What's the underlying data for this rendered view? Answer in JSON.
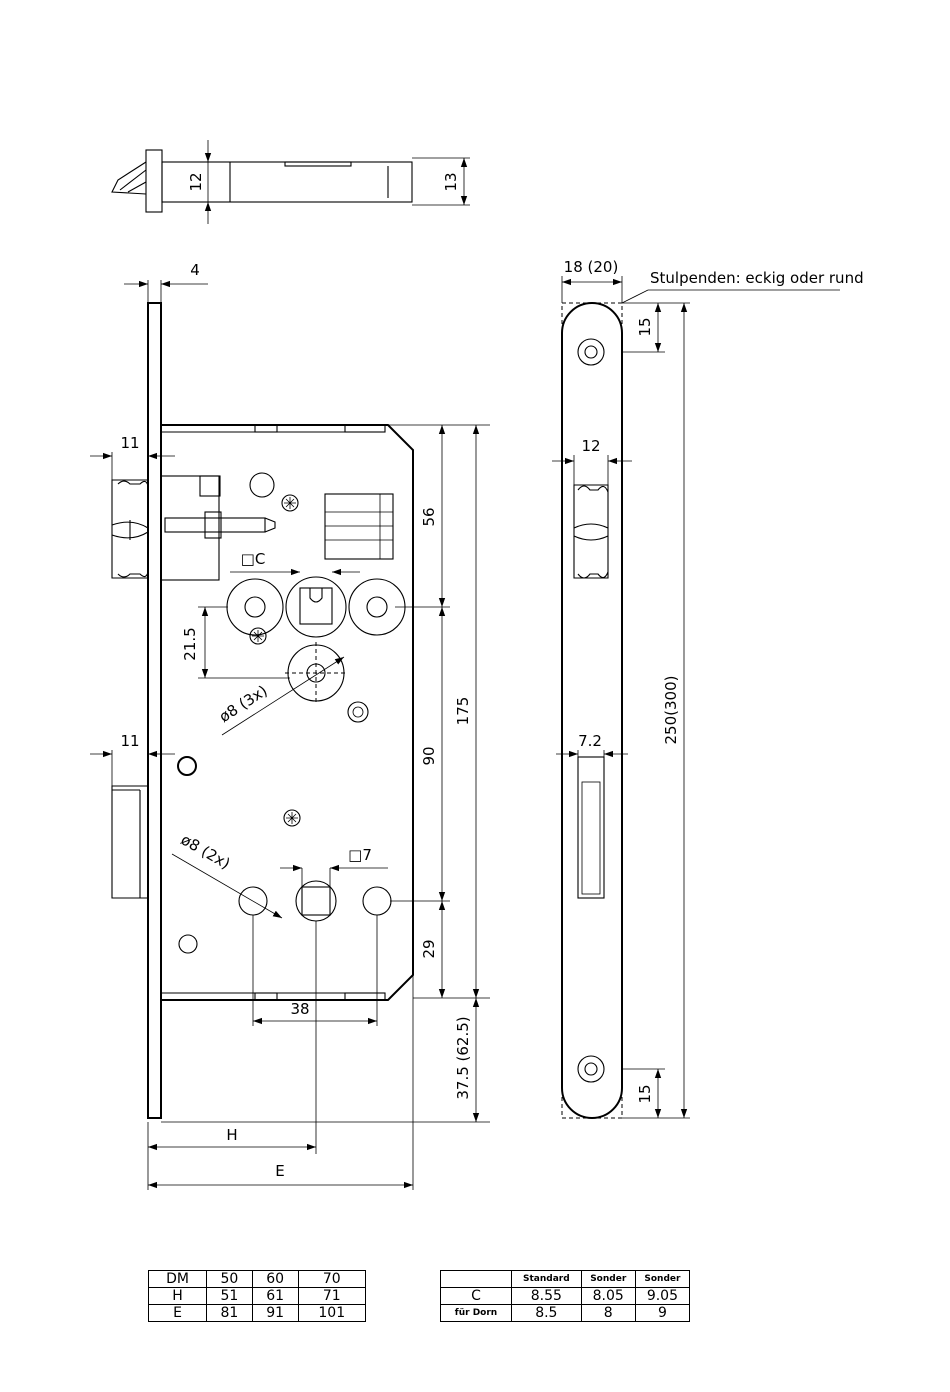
{
  "dimensions": {
    "top_height_left": "12",
    "top_height_right": "13",
    "faceplate_thickness": "4",
    "latch_projection": "11",
    "bolt_projection": "11",
    "dim_56": "56",
    "square_c": "□C",
    "dim_21_5": "21.5",
    "dia_8_3x": "ø8 (3x)",
    "dim_175": "175",
    "dim_90": "90",
    "dia_8_2x": "ø8 (2x)",
    "square_7": "□7",
    "dim_29": "29",
    "dim_38": "38",
    "dim_37_5": "37.5 (62.5)",
    "backset_h": "H",
    "overall_e": "E",
    "faceplate_width": "18 (20)",
    "faceplate_end_note": "Stulpenden: eckig oder rund",
    "screw_hole_top": "15",
    "latch_width": "12",
    "bolt_width": "7.2",
    "faceplate_length": "250(300)",
    "screw_hole_bottom": "15"
  },
  "dm_table": {
    "rows": [
      [
        "DM",
        "50",
        "60",
        "70"
      ],
      [
        "H",
        "51",
        "61",
        "71"
      ],
      [
        "E",
        "81",
        "91",
        "101"
      ]
    ]
  },
  "c_table": {
    "header": [
      "",
      "Standard",
      "Sonder",
      "Sonder"
    ],
    "rows": [
      [
        "C",
        "8.55",
        "8.05",
        "9.05"
      ],
      [
        "für Dorn",
        "8.5",
        "8",
        "9"
      ]
    ]
  }
}
